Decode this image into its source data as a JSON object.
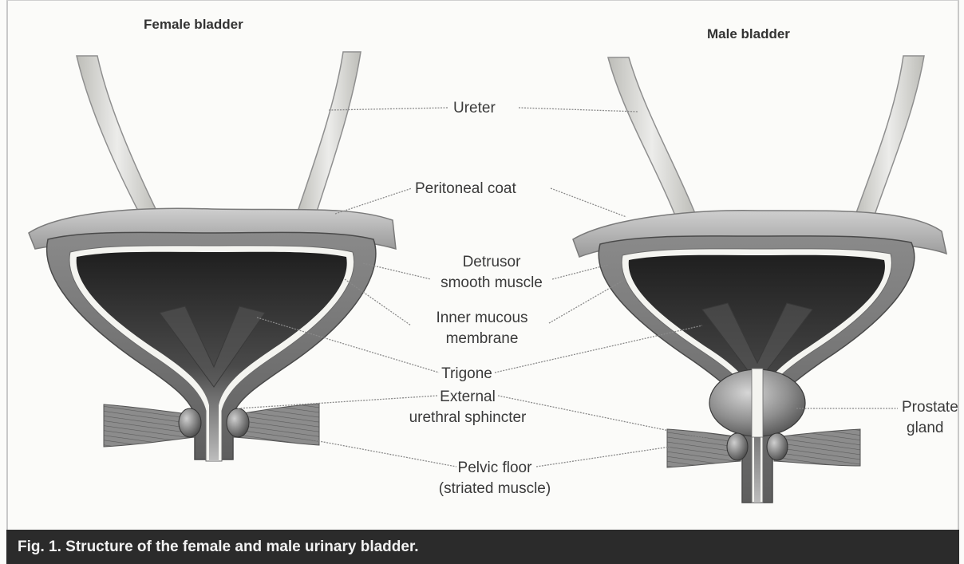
{
  "panels": {
    "female_title": "Female bladder",
    "male_title": "Male bladder"
  },
  "labels": {
    "ureter": "Ureter",
    "peritoneal_coat": "Peritoneal coat",
    "detrusor_1": "Detrusor",
    "detrusor_2": "smooth muscle",
    "inner_mucous_1": "Inner mucous",
    "inner_mucous_2": "membrane",
    "trigone": "Trigone",
    "external_sphincter_1": "External",
    "external_sphincter_2": "urethral sphincter",
    "pelvic_floor_1": "Pelvic floor",
    "pelvic_floor_2": "(striated muscle)",
    "prostate_1": "Prostate",
    "prostate_2": "gland"
  },
  "caption": "Fig. 1. Structure of the female and male urinary bladder.",
  "colors": {
    "wall_outer": "#6e6e6e",
    "lumen_dark": "#2e2e2e",
    "mucosa": "#f4f4f0",
    "peritoneum": "#b9b9b9",
    "ureter": "#d8d8d4",
    "muscle": "#7a7a7a",
    "leader": "#8a8a8a"
  }
}
